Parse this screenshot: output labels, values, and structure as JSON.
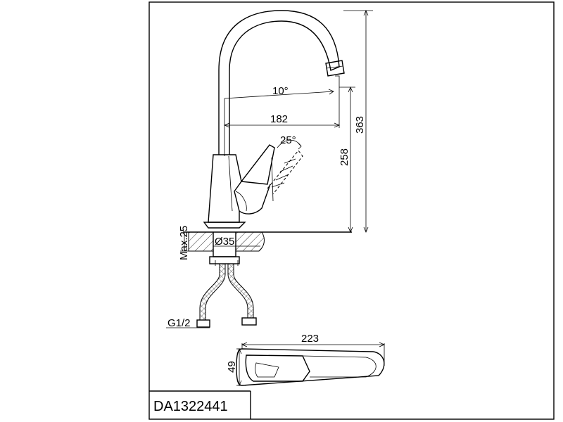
{
  "drawing": {
    "model_code": "DA1322441",
    "dimensions": {
      "spout_angle": "10°",
      "reach": "182",
      "handle_angle": "25°",
      "spout_height": "258",
      "total_height": "363",
      "max_deck_thickness": "Max.25",
      "mount_hole_diameter": "Ø35",
      "connection_thread": "G1/2",
      "top_length": "223",
      "top_width": "49"
    }
  }
}
